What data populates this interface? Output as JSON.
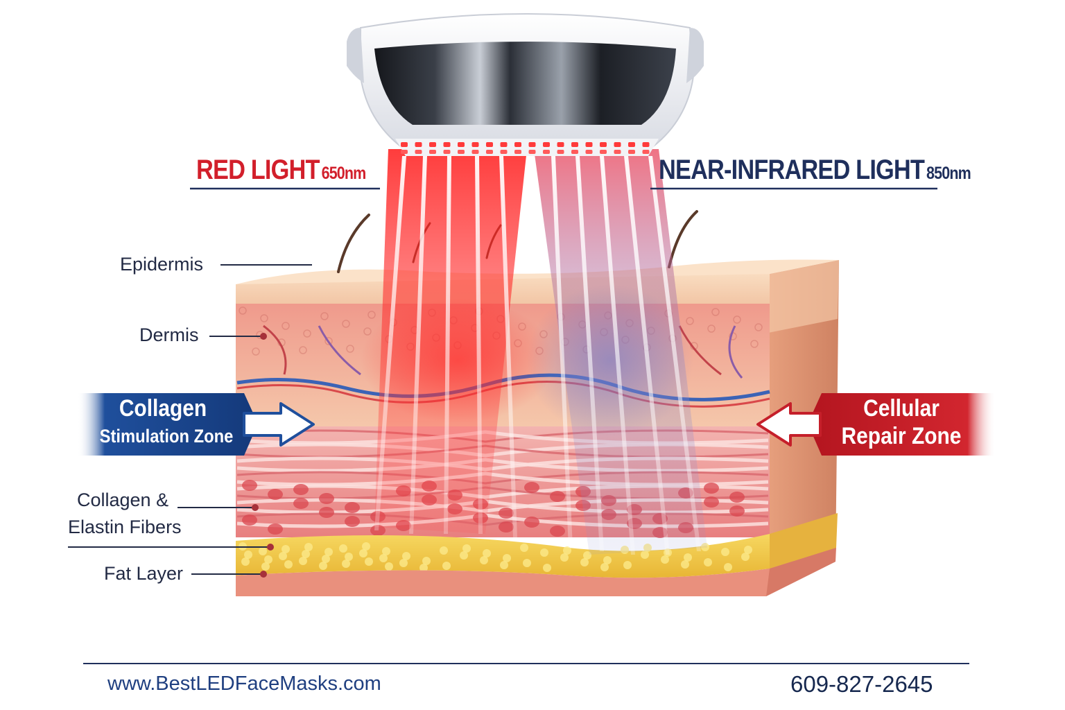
{
  "headings": {
    "red": {
      "main": "RED LIGHT",
      "wavelength": "650nm",
      "color": "#d21f2b"
    },
    "nir": {
      "main": "NEAR-INFRARED LIGHT",
      "wavelength": "850nm",
      "color": "#1f2f5c"
    }
  },
  "layers": {
    "epidermis": "Epidermis",
    "dermis": "Dermis",
    "fibers_line1": "Collagen &",
    "fibers_line2": "Elastin Fibers",
    "fat": "Fat Layer"
  },
  "zones": {
    "left": {
      "line1": "Collagen",
      "line2": "Stimulation Zone",
      "color": "#1f4f9c"
    },
    "right": {
      "line1": "Cellular",
      "line2": "Repair Zone",
      "color": "#c51f2a"
    }
  },
  "footer": {
    "website": "www.BestLEDFaceMasks.com",
    "phone": "609-827-2645"
  }
}
